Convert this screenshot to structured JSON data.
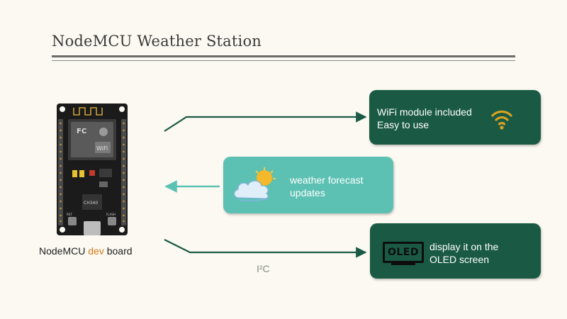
{
  "slide": {
    "title": "NodeMCU Weather Station"
  },
  "board": {
    "caption_pre": "NodeMCU ",
    "caption_accent": "dev",
    "caption_post": " board",
    "pin_label_rst": "RST",
    "pin_label_flash": "FLASH",
    "module_label": "WiFi",
    "chip_label": "CH340"
  },
  "wifi_box": {
    "line1": "WiFi module included",
    "line2": "Easy to use",
    "icon": "wifi-icon",
    "color": "#1a5a45"
  },
  "weather_box": {
    "line1": "weather forecast",
    "line2": "updates",
    "icon": "cloud-sun-icon",
    "color": "#5cc1b3"
  },
  "oled_box": {
    "icon_text": "OLED",
    "line1": "display it on the",
    "line2": "OLED screen",
    "icon": "oled-display-icon",
    "color": "#1a5a45"
  },
  "connection_label": "I²C",
  "colors": {
    "background": "#fbf9f1",
    "dark_green": "#1a5a45",
    "teal": "#5cc1b3",
    "accent_orange": "#d97a1c",
    "wifi_gold": "#d9a21f"
  }
}
